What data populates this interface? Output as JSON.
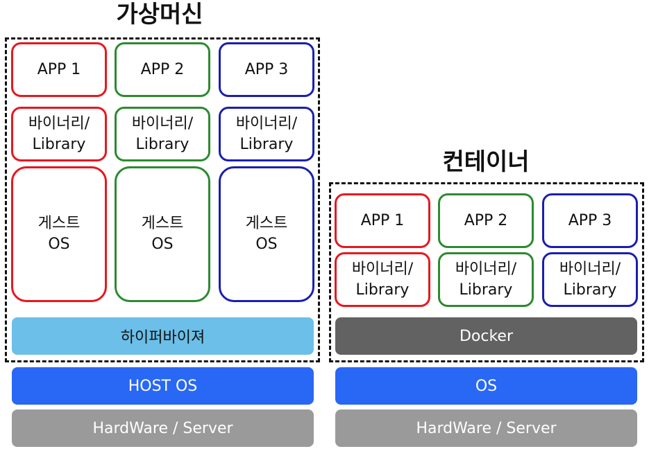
{
  "vm": {
    "title": "가상머신",
    "apps": [
      "APP 1",
      "APP 2",
      "APP 3"
    ],
    "libs": [
      "바이너리/\nLibrary",
      "바이너리/\nLibrary",
      "바이너리/\nLibrary"
    ],
    "guest_os": [
      "게스트\nOS",
      "게스트\nOS",
      "게스트\nOS"
    ],
    "hypervisor": "하이퍼바이져",
    "host_os": "HOST OS",
    "hardware": "HardWare / Server"
  },
  "container": {
    "title": "컨테이너",
    "apps": [
      "APP 1",
      "APP 2",
      "APP 3"
    ],
    "libs": [
      "바이너리/\nLibrary",
      "바이너리/\nLibrary",
      "바이너리/\nLibrary"
    ],
    "engine": "Docker",
    "os": "OS",
    "hardware": "HardWare / Server"
  },
  "colors": {
    "column_1": "#e8161f",
    "column_2": "#2c8a2f",
    "column_3": "#1a1eb0",
    "hypervisor": "#6bbfe8",
    "docker": "#626262",
    "os": "#2968f5",
    "hardware": "#9a9a9a"
  }
}
